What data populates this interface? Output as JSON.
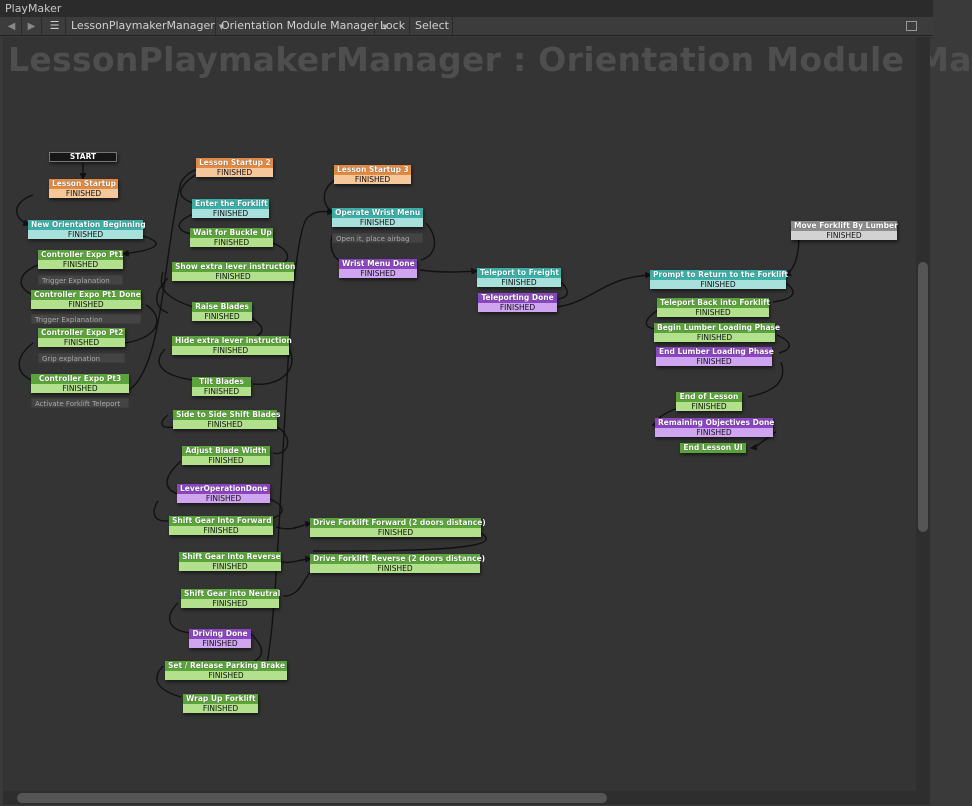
{
  "window": {
    "title": "PlayMaker"
  },
  "toolbar": {
    "back_icon": "left-triangle",
    "forward_icon": "right-triangle",
    "menu_icon": "hamburger",
    "gameobject": "LessonPlaymakerManager",
    "fsm": "Orientation Module Manager",
    "lock_label": "Lock",
    "select_label": "Select",
    "settings_icon": "panel-icon"
  },
  "graph": {
    "title": "LessonPlaymakerManager : Orientation Module Ma",
    "start_label": "START",
    "states": [
      {
        "name": "Lesson Startup",
        "event": "FINISHED",
        "color": "orange"
      },
      {
        "name": "New Orientation Beginning",
        "event": "FINISHED",
        "color": "teal"
      },
      {
        "name": "Controller Expo Pt1",
        "event": "FINISHED",
        "color": "green"
      },
      {
        "name": "Controller Expo Pt1 Done",
        "event": "FINISHED",
        "color": "green"
      },
      {
        "name": "Controller Expo Pt2",
        "event": "FINISHED",
        "color": "green"
      },
      {
        "name": "Controller Expo Pt3",
        "event": "FINISHED",
        "color": "green"
      },
      {
        "name": "Lesson Startup 2",
        "event": "FINISHED",
        "color": "orange"
      },
      {
        "name": "Enter the Forklift",
        "event": "FINISHED",
        "color": "teal"
      },
      {
        "name": "Wait for Buckle Up",
        "event": "FINISHED",
        "color": "green"
      },
      {
        "name": "Show extra lever instruction",
        "event": "FINISHED",
        "color": "green"
      },
      {
        "name": "Raise Blades",
        "event": "FINISHED",
        "color": "green"
      },
      {
        "name": "Hide extra lever instruction",
        "event": "FINISHED",
        "color": "green"
      },
      {
        "name": "Tilt Blades",
        "event": "FINISHED",
        "color": "green"
      },
      {
        "name": "Side to Side Shift Blades",
        "event": "FINISHED",
        "color": "green"
      },
      {
        "name": "Adjust Blade Width",
        "event": "FINISHED",
        "color": "green"
      },
      {
        "name": "LeverOperationDone",
        "event": "FINISHED",
        "color": "purple"
      },
      {
        "name": "Shift Gear Into Forward",
        "event": "FINISHED",
        "color": "green"
      },
      {
        "name": "Shift Gear into Reverse",
        "event": "FINISHED",
        "color": "green"
      },
      {
        "name": "Shift Gear into Neutral",
        "event": "FINISHED",
        "color": "green"
      },
      {
        "name": "Driving Done",
        "event": "FINISHED",
        "color": "purple"
      },
      {
        "name": "Set / Release Parking Brake",
        "event": "FINISHED",
        "color": "green"
      },
      {
        "name": "Wrap Up Forklift",
        "event": "FINISHED",
        "color": "green"
      },
      {
        "name": "Drive Forklift Forward (2 doors distance)",
        "event": "FINISHED",
        "color": "green"
      },
      {
        "name": "Drive Forklift Reverse (2 doors distance)",
        "event": "FINISHED",
        "color": "green"
      },
      {
        "name": "Lesson Startup 3",
        "event": "FINISHED",
        "color": "orange"
      },
      {
        "name": "Operate Wrist Menu",
        "event": "FINISHED",
        "color": "teal"
      },
      {
        "name": "Wrist Menu Done",
        "event": "FINISHED",
        "color": "purple"
      },
      {
        "name": "Teleport to Freight",
        "event": "FINISHED",
        "color": "teal"
      },
      {
        "name": "Teleporting Done",
        "event": "FINISHED",
        "color": "purple"
      },
      {
        "name": "Prompt to Return to the Forklift",
        "event": "FINISHED",
        "color": "teal"
      },
      {
        "name": "Move Forklift By Lumber",
        "event": "FINISHED",
        "color": "gray"
      },
      {
        "name": "Teleport Back into Forklift",
        "event": "FINISHED",
        "color": "green"
      },
      {
        "name": "Begin Lumber Loading Phase",
        "event": "FINISHED",
        "color": "green"
      },
      {
        "name": "End Lumber Loading Phase",
        "event": "FINISHED",
        "color": "purple"
      },
      {
        "name": "End of Lesson",
        "event": "FINISHED",
        "color": "green"
      },
      {
        "name": "Remaining Objectives Done",
        "event": "FINISHED",
        "color": "purple"
      },
      {
        "name": "End Lesson UI",
        "event": "",
        "color": "green"
      }
    ],
    "comments": [
      "Trigger Explanation",
      "Trigger Explanation",
      "Grip explanation",
      "Activate Forklift Teleport",
      "Open it, place airbag"
    ]
  }
}
